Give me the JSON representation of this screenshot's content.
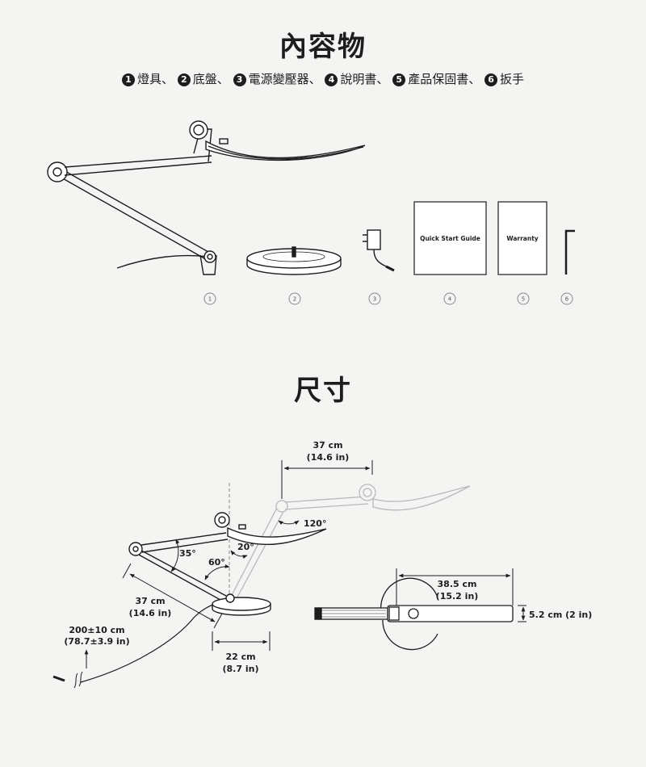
{
  "contents": {
    "title": "內容物",
    "items": [
      {
        "num": "1",
        "label": "燈具"
      },
      {
        "num": "2",
        "label": "底盤"
      },
      {
        "num": "3",
        "label": "電源變壓器"
      },
      {
        "num": "4",
        "label": "說明書"
      },
      {
        "num": "5",
        "label": "產品保固書"
      },
      {
        "num": "6",
        "label": "扳手"
      }
    ],
    "separator": "、",
    "boxes": {
      "quick_start": "Quick Start Guide",
      "warranty": "Warranty"
    },
    "badges": [
      "1",
      "2",
      "3",
      "4",
      "5",
      "6"
    ]
  },
  "dimensions": {
    "title": "尺寸",
    "top_width": {
      "cm": "37 cm",
      "in": "(14.6 in)"
    },
    "arm_length": {
      "cm": "37 cm",
      "in": "(14.6 in)"
    },
    "cable": {
      "cm": "200±10 cm",
      "in": "(78.7±3.9 in)"
    },
    "base": {
      "cm": "22 cm",
      "in": "(8.7 in)"
    },
    "head_length": {
      "cm": "38.5 cm",
      "in": "(15.2 in)"
    },
    "head_width": "5.2 cm (2 in)",
    "angles": {
      "a120": "120°",
      "a20": "20°",
      "a35": "35°",
      "a60": "60°"
    }
  }
}
